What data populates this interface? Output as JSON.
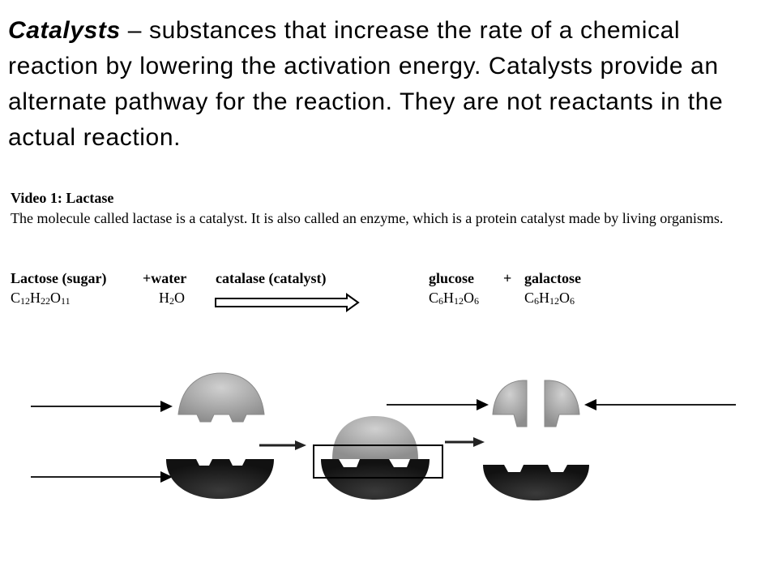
{
  "definition": {
    "term": "Catalysts",
    "text": " – substances that increase the rate of a chemical reaction by lowering the activation energy. Catalysts provide an alternate pathway for the reaction. They are not reactants in the actual reaction."
  },
  "video": {
    "title": "Video 1: Lactase",
    "description": "The molecule called lactase is a catalyst. It is also called an enzyme, which is a protein catalyst made by living organisms."
  },
  "equation": {
    "lactose_label": "Lactose (sugar)",
    "water_label": "+water",
    "catalyst_label": "catalase (catalyst)",
    "glucose_label": "glucose",
    "plus_label": "+",
    "galactose_label": "galactose",
    "lactose_formula": {
      "c": "C",
      "c_n": "12",
      "h": "H",
      "h_n": "22",
      "o": "O",
      "o_n": "11"
    },
    "water_formula": {
      "h": "H",
      "h_n": "2",
      "o": "O"
    },
    "glucose_formula": {
      "c": "C",
      "c_n": "6",
      "h": "H",
      "h_n": "12",
      "o": "O",
      "o_n": "6"
    },
    "galactose_formula": {
      "c": "C",
      "c_n": "6",
      "h": "H",
      "h_n": "12",
      "o": "O",
      "o_n": "6"
    }
  },
  "diagram": {
    "enzyme_color": "#1f1f1f",
    "substrate_color": "#a8a8a8",
    "arrow_color": "#000000"
  }
}
